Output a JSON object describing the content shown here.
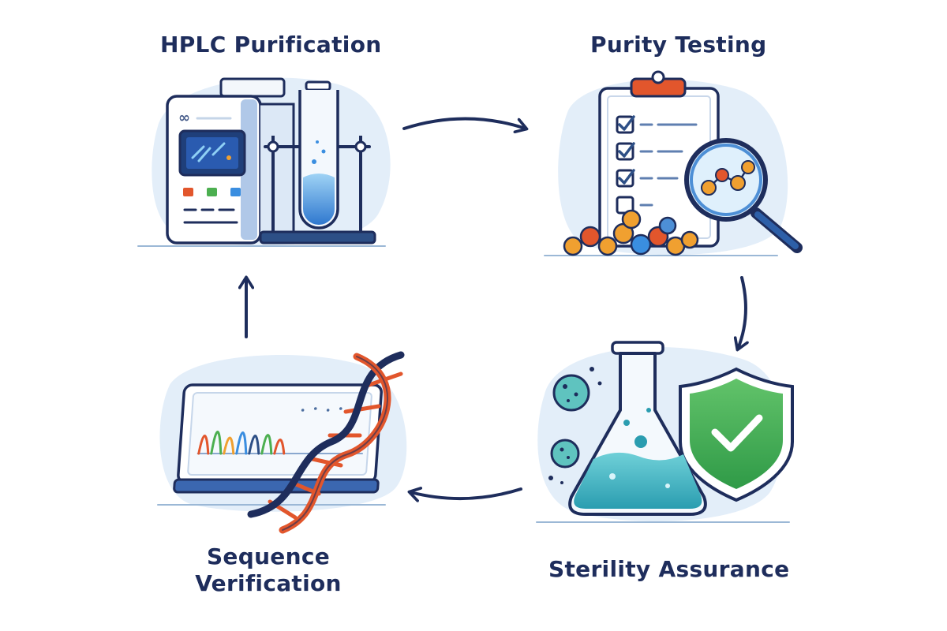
{
  "steps": {
    "hplc": {
      "title": "HPLC Purification",
      "icon": "hplc-machine-icon"
    },
    "purity": {
      "title": "Purity Testing",
      "icon": "clipboard-magnifier-icon"
    },
    "sterility": {
      "title": "Sterility Assurance",
      "icon": "flask-shield-icon"
    },
    "sequence": {
      "title_line1": "Sequence",
      "title_line2": "Verification",
      "icon": "dna-chromatogram-icon"
    }
  },
  "colors": {
    "navy": "#1e2d5c",
    "blob": "#e3eef9",
    "blue": "#4d8fd6",
    "orange": "#f0a030",
    "red_orange": "#e2562c",
    "green": "#4caf50",
    "teal": "#3fb2c2"
  }
}
